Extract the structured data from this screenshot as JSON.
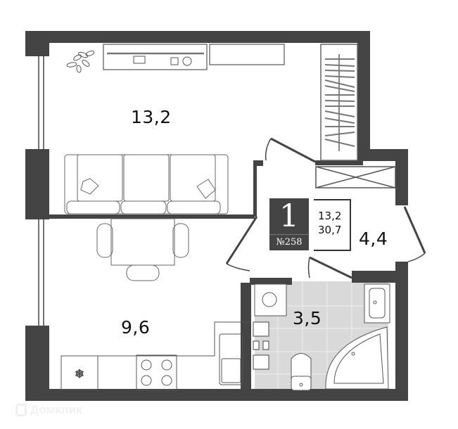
{
  "plan": {
    "rooms": [
      {
        "name": "living-room",
        "area": "13,2"
      },
      {
        "name": "kitchen",
        "area": "9,6"
      },
      {
        "name": "hallway",
        "area": "4,4"
      },
      {
        "name": "bathroom",
        "area": "3,5"
      }
    ],
    "badge": {
      "rooms_count": "1",
      "apartment_number": "№258"
    },
    "summary": {
      "living_area": "13,2",
      "total_area": "30,7"
    },
    "colors": {
      "wall": "#444444",
      "bath_floor": "#d9d9d9",
      "line": "#555555"
    }
  },
  "watermark": {
    "text": "Домклик"
  }
}
